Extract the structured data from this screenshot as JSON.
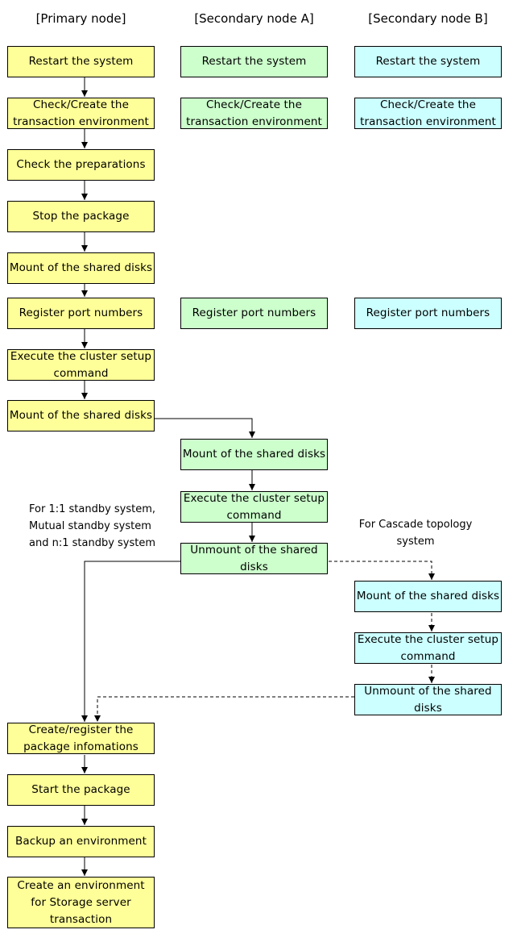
{
  "headers": {
    "primary": "[Primary node]",
    "secondary_a": "[Secondary node A]",
    "secondary_b": "[Secondary node B]"
  },
  "primary": [
    "Restart the system",
    "Check/Create the transaction environment",
    "Check the preparations",
    "Stop the package",
    "Mount of the shared disks",
    "Register port numbers",
    "Execute the cluster setup command",
    "Mount of the shared disks",
    "Create/register the package infomations",
    "Start the package",
    "Backup an environment",
    "Create an environment for Storage server transaction"
  ],
  "secondary_a": [
    "Restart the system",
    "Check/Create the transaction environment",
    "Register port numbers",
    "Mount of the shared disks",
    "Execute the cluster setup command",
    "Unmount of the shared disks"
  ],
  "secondary_b": [
    "Restart the system",
    "Check/Create the transaction environment",
    "Register port numbers",
    "Mount of the shared disks",
    "Execute the cluster setup command",
    "Unmount of the shared disks"
  ],
  "notes": {
    "left": "For 1:1 standby system,\nMutual standby system\nand n:1 standby system",
    "right": "For Cascade topology\nsystem"
  },
  "colors": {
    "primary": "#ffff99",
    "secondary_a": "#ccffcc",
    "secondary_b": "#ccffff",
    "line": "#000000"
  }
}
